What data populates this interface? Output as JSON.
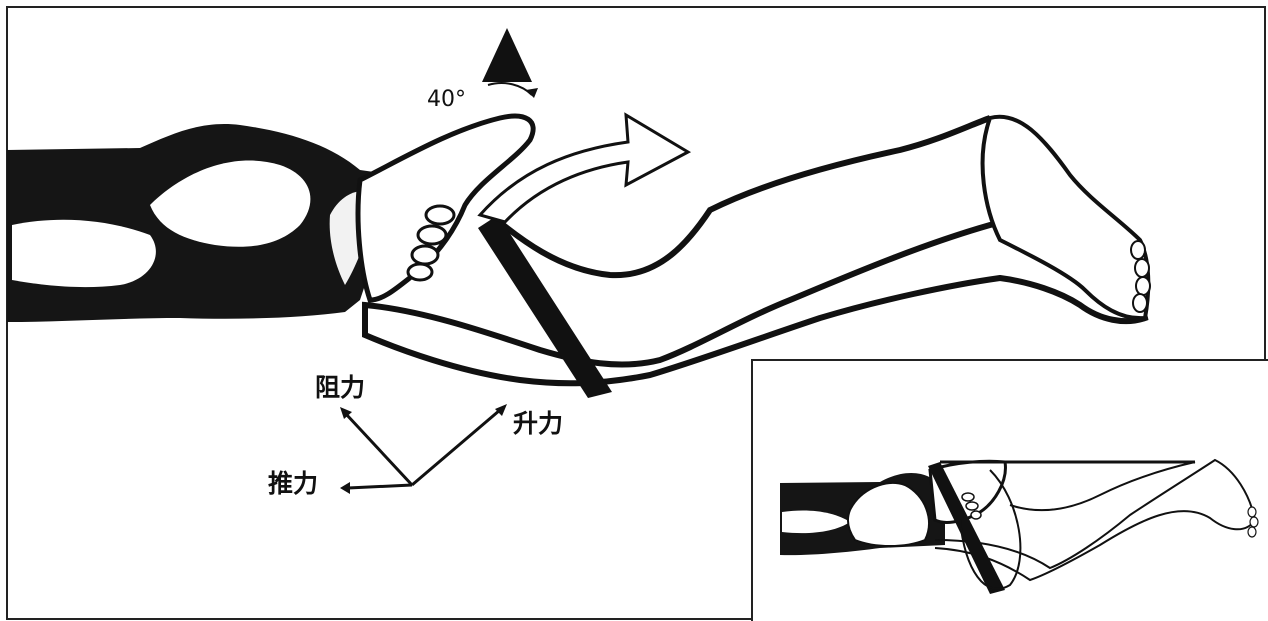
{
  "figure": {
    "angle_label": "40°",
    "force_labels": {
      "drag": "阻力",
      "lift": "升力",
      "thrust": "推力"
    }
  }
}
